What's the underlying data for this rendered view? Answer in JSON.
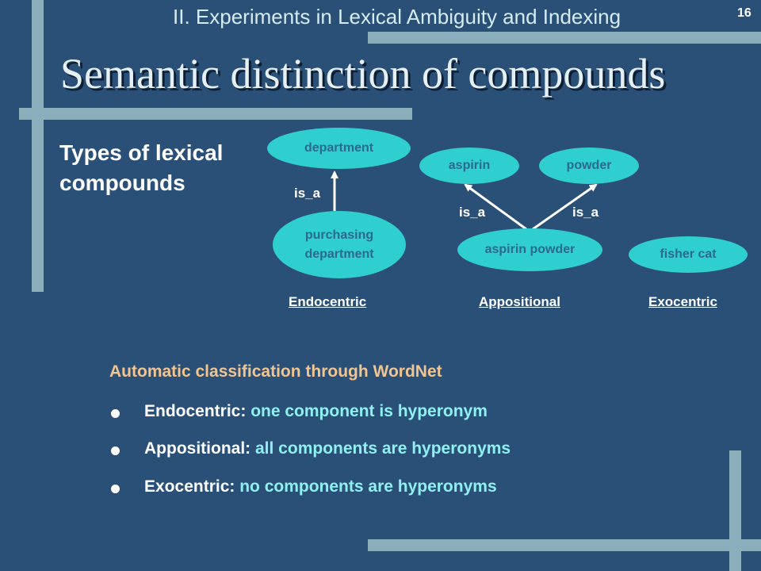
{
  "header": {
    "section_title": "II. Experiments in Lexical Ambiguity and Indexing",
    "slide_number": "16"
  },
  "slide": {
    "title": "Semantic distinction of compounds",
    "types_heading": "Types of lexical compounds"
  },
  "diagram": {
    "nodes": {
      "department": "department",
      "purchasing_department": "purchasing department",
      "aspirin": "aspirin",
      "powder": "powder",
      "aspirin_powder": "aspirin powder",
      "fisher_cat": "fisher cat"
    },
    "edges": {
      "endocentric_is_a": "is_a",
      "appositional_is_a_left": "is_a",
      "appositional_is_a_right": "is_a"
    },
    "categories": {
      "endocentric": "Endocentric",
      "appositional": "Appositional",
      "exocentric": "Exocentric"
    }
  },
  "classification": {
    "heading": "Automatic classification through WordNet",
    "bullets": [
      {
        "term": "Endocentric:",
        "description": "one component is hyperonym"
      },
      {
        "term": "Appositional:",
        "description": "all components are hyperonyms"
      },
      {
        "term": "Exocentric:",
        "description": "no components are hyperonyms"
      }
    ]
  },
  "colors": {
    "background": "#2b5077",
    "decor_bar": "#8aaebc",
    "node_fill": "#2fcfcf",
    "node_text": "#2b6a8a",
    "heading_accent": "#f2c48f",
    "bullet_description": "#8ff0f2"
  }
}
